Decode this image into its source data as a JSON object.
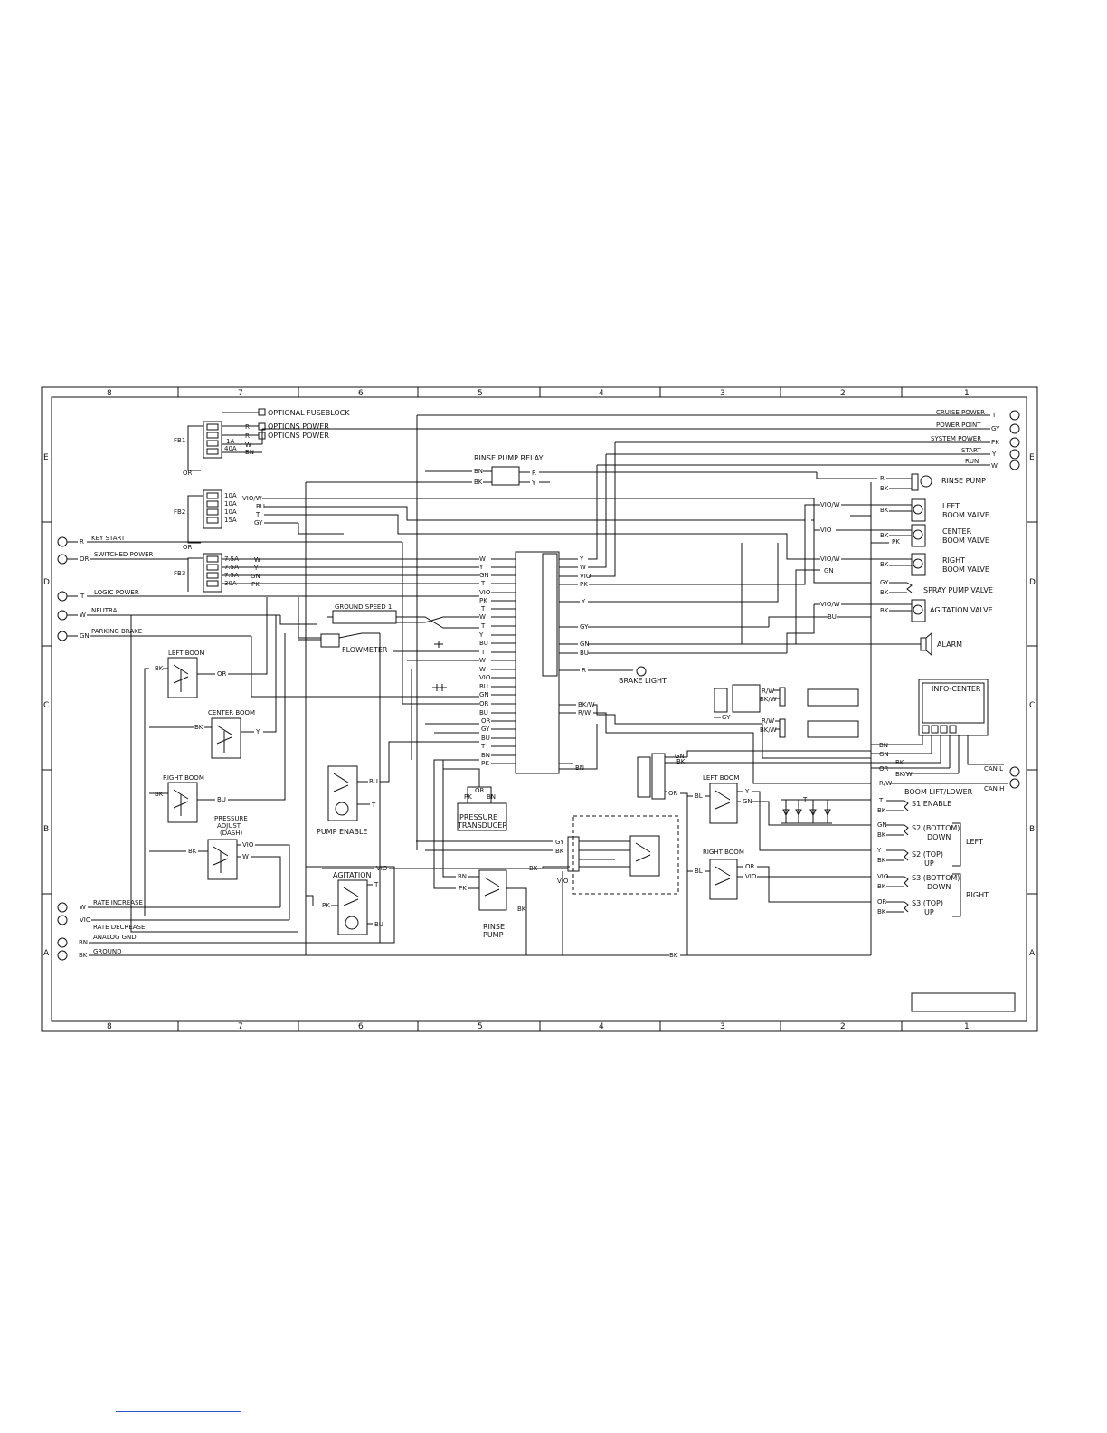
{
  "grid": {
    "columns": [
      "8",
      "7",
      "6",
      "5",
      "4",
      "3",
      "2",
      "1"
    ],
    "rows": [
      "E",
      "D",
      "C",
      "B",
      "A"
    ]
  },
  "power_labels": {
    "optional_fuseblock": "OPTIONAL FUSEBLOCK",
    "options_power": "OPTIONS POWER",
    "fb1": "FB1",
    "fb2": "FB2",
    "fb3": "FB3",
    "or1": "OR",
    "or2": "OR",
    "fuse_1a": "1A",
    "fuse_40a": "40A",
    "fb2_fuses": [
      "10A",
      "10A",
      "10A",
      "15A"
    ],
    "fb3_fuses": [
      "7.5A",
      "7.5A",
      "7.5A",
      "30A"
    ],
    "fb1_wires": [
      "R",
      "R",
      "W",
      "BN"
    ],
    "fb2_wires": [
      "VIO/W",
      "BU",
      "T",
      "GY"
    ],
    "fb3_wires": [
      "W",
      "Y",
      "GN",
      "PK"
    ]
  },
  "left_inputs": [
    {
      "wire": "R",
      "label": "KEY START"
    },
    {
      "wire": "OR",
      "label": "SWITCHED POWER"
    },
    {
      "wire": "T",
      "label": "LOGIC POWER"
    },
    {
      "wire": "W",
      "label": "NEUTRAL"
    },
    {
      "wire": "GN",
      "label": "PARKING BRAKE"
    }
  ],
  "bottom_inputs": [
    {
      "wire": "W",
      "label": "RATE INCREASE"
    },
    {
      "wire": "VIO",
      "label": "RATE DECREASE"
    },
    {
      "wire": "BN",
      "label": "ANALOG GND"
    },
    {
      "wire": "BK",
      "label": "GROUND"
    }
  ],
  "right_outputs": [
    {
      "label": "CRUISE POWER",
      "wire": "T"
    },
    {
      "label": "POWER POINT",
      "wire": "GY"
    },
    {
      "label": "SYSTEM POWER",
      "wire": "PK"
    },
    {
      "label": "START",
      "wire": "Y"
    },
    {
      "label": "RUN",
      "wire": "W"
    }
  ],
  "components": {
    "rinse_pump_relay": "RINSE PUMP RELAY",
    "rinse_pump_out": "RINSE PUMP",
    "left_boom_valve": [
      "LEFT",
      "BOOM VALVE"
    ],
    "center_boom_valve": [
      "CENTER",
      "BOOM VALVE"
    ],
    "right_boom_valve": [
      "RIGHT",
      "BOOM VALVE"
    ],
    "spray_pump_valve": "SPRAY PUMP VALVE",
    "agitation_valve": "AGITATION VALVE",
    "alarm": "ALARM",
    "ground_speed": "GROUND SPEED 1",
    "flowmeter": "FLOWMETER",
    "brake_light": "BRAKE LIGHT",
    "info_center": "INFO-CENTER",
    "can_l": "CAN L",
    "can_h": "CAN H",
    "left_boom_sw": "LEFT BOOM",
    "center_boom_sw": "CENTER BOOM",
    "right_boom_sw": "RIGHT BOOM",
    "pressure_adjust": [
      "PRESSURE",
      "ADJUST",
      "(DASH)"
    ],
    "pump_enable": "PUMP ENABLE",
    "agitation": "AGITATION",
    "pressure_transducer": [
      "PRESSURE",
      "TRANSDUCER"
    ],
    "rinse_pump_sw": [
      "RINSE",
      "PUMP"
    ],
    "left_boom_sw2": "LEFT BOOM",
    "right_boom_sw2": "RIGHT BOOM",
    "boom_lift_lower": "BOOM LIFT/LOWER",
    "s1_enable": "S1 ENABLE",
    "s2_bottom": [
      "S2 (BOTTOM)",
      "DOWN"
    ],
    "s2_top": [
      "S2 (TOP)",
      "UP"
    ],
    "s3_bottom": [
      "S3 (BOTTOM)",
      "DOWN"
    ],
    "s3_top": [
      "S3 (TOP)",
      "UP"
    ],
    "left": "LEFT",
    "right": "RIGHT"
  },
  "wire_labels": {
    "rinse_relay_in": [
      "BN",
      "BK"
    ],
    "rinse_relay_out": [
      "R",
      "Y"
    ],
    "rinse_pump": [
      "R",
      "BK"
    ],
    "left_valve": [
      "VIO/W",
      "BK"
    ],
    "center_valve": [
      "VIO",
      "BK",
      "PK"
    ],
    "right_valve": [
      "VIO/W",
      "GN",
      "BK"
    ],
    "spray_valve": [
      "GY",
      "BK"
    ],
    "agitation_valve": [
      "VIO/W",
      "BU",
      "BK"
    ],
    "ctrl_left": [
      "W",
      "Y",
      "GN",
      "T",
      "VIO",
      "PK",
      "T",
      "W",
      "T",
      "Y",
      "BU",
      "T",
      "W",
      "W",
      "VIO",
      "BU",
      "GN",
      "OR",
      "BU",
      "OR",
      "GY",
      "BU",
      "T",
      "BN",
      "PK"
    ],
    "ctrl_right": [
      "Y",
      "W",
      "VIO",
      "PK",
      "Y",
      "GY",
      "GN",
      "BU",
      "R",
      "BK/W",
      "R/W",
      "BN"
    ],
    "can": [
      "R/W",
      "BK/W",
      "R/W",
      "BK/W",
      "GY"
    ],
    "info": [
      "BN",
      "GN",
      "BK",
      "OR",
      "BK/W",
      "R/W"
    ],
    "boom_lift": [
      "T",
      "BK",
      "GN",
      "BK",
      "Y",
      "BK",
      "VIO",
      "BK",
      "OR",
      "BK"
    ],
    "switches": [
      "BK",
      "OR",
      "BK",
      "Y",
      "BK",
      "BU",
      "BK",
      "VIO",
      "W",
      "BU",
      "T",
      "PK",
      "BU",
      "VIO",
      "OR",
      "PK",
      "BN",
      "T",
      "GY",
      "BK",
      "VIO",
      "BK",
      "BN",
      "PK",
      "BK",
      "VIO",
      "BL",
      "GN",
      "Y",
      "BL",
      "OR",
      "VIO",
      "BK"
    ]
  },
  "blank_title_box": ""
}
